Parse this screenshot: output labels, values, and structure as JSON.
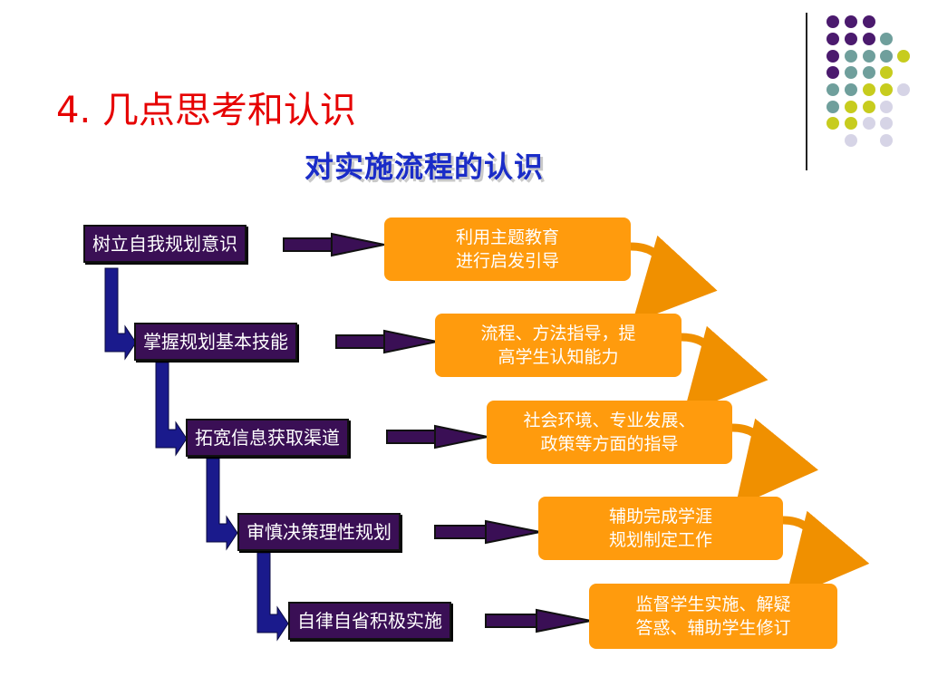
{
  "slide": {
    "title": "4. 几点思考和认识",
    "subtitle": "对实施流程的认识"
  },
  "steps": [
    {
      "label": "树立自我规划意识"
    },
    {
      "label": "掌握规划基本技能"
    },
    {
      "label": "拓宽信息获取渠道"
    },
    {
      "label": "审慎决策理性规划"
    },
    {
      "label": "自律自省积极实施"
    }
  ],
  "results": [
    {
      "line1": "利用主题教育",
      "line2": "进行启发引导"
    },
    {
      "line1": "流程、方法指导，提",
      "line2": "高学生认知能力"
    },
    {
      "line1": "社会环境、专业发展、",
      "line2": "政策等方面的指导"
    },
    {
      "line1": "辅助完成学涯",
      "line2": "规划制定工作"
    },
    {
      "line1": "监督学生实施、解疑",
      "line2": "答惑、辅助学生修订"
    }
  ],
  "colors": {
    "title": "#e60000",
    "subtitle": "#1a2cc8",
    "step_box": "#3a0f55",
    "result_box": "#ff9b0d",
    "connector": "#1a1a8c",
    "dot_purple": "#4b1a6e",
    "dot_teal": "#6f9f9c",
    "dot_yellow": "#c7cc1e",
    "dot_lavender": "#d6d4e6"
  }
}
